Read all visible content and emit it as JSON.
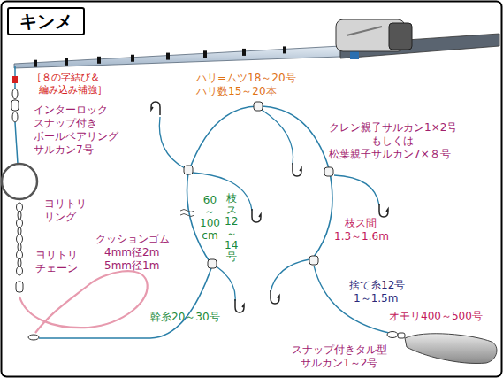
{
  "diagram": {
    "nodes": [
      {
        "text": [
          "キンメ"
        ]
      }
    ],
    "labels": [
      "［８の字結び＆",
      "編み込み補強］",
      "インターロック",
      "スナップ付き",
      "ボールベアリング",
      "サルカン7号",
      "ヨリトリ",
      "リング",
      "ヨリトリ",
      "チェーン",
      "クッションゴム",
      "4mm径2m",
      "5mm径1m",
      "ハリ=ムツ18～20号",
      "ハリ数15～20本",
      "クレン親子サルカン1×2号",
      "もしくは",
      "松葉親子サルカン7×８号",
      "60～100cm",
      "枝ス12～14号",
      "枝ス間",
      "1.3～1.6m",
      "捨て糸12号",
      "1～1.5m",
      "オモリ400～500号",
      "幹糸20～30号",
      "スナップ付きタル型",
      "サルカン1～2号"
    ]
  }
}
